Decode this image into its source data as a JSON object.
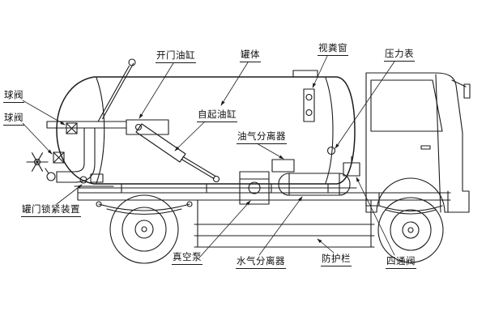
{
  "diagram": {
    "labels": {
      "door_cylinder": "开门油缸",
      "tank_body": "罐体",
      "sight_window": "视粪窗",
      "pressure_gauge": "压力表",
      "ball_valve_upper": "球阀",
      "ball_valve_lower": "球阀",
      "lift_cylinder": "自起油缸",
      "oil_gas_separator": "油气分离器",
      "tank_door_lock": "罐门锁紧装置",
      "vacuum_pump": "真空泵",
      "water_gas_separator": "水气分离器",
      "guard_rail": "防护栏",
      "four_way_valve": "四通阀"
    },
    "colors": {
      "line": "#1b1b1b",
      "background": "#ffffff"
    }
  }
}
